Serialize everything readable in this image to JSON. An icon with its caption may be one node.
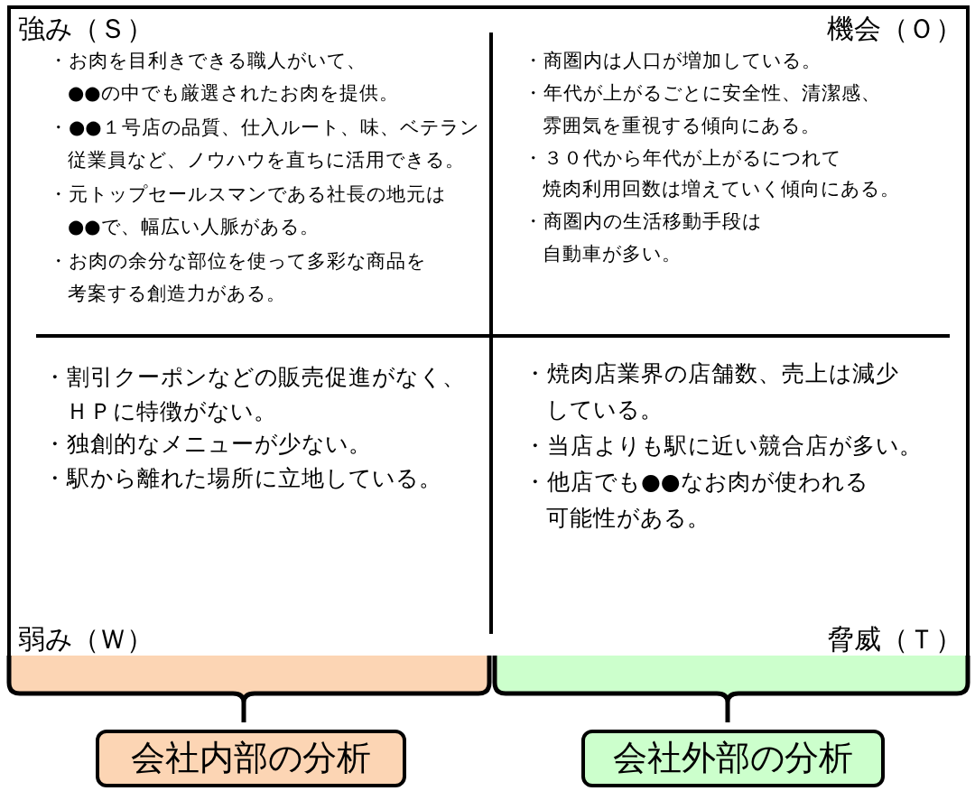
{
  "diagram": {
    "nodes": [
      {
        "text": [
          "強み（Ｓ）",
          "・お肉を目利きできる職人がいて、●●の中でも厳選されたお肉を提供。",
          "・●●１号店の品質、仕入ルート、味、ベテラン従業員など、ノウハウを直ちに活用できる。",
          "・元トップセールスマンである社長の地元は●●で、幅広い人脈がある。",
          "・お肉の余分な部位を使って多彩な商品を考案する創造力がある。"
        ]
      },
      {
        "text": [
          "機会（Ｏ）",
          "・商圏内は人口が増加している。",
          "・年代が上がるごとに安全性、清潔感、雰囲気を重視する傾向にある。",
          "・３０代から年代が上がるにつれて焼肉利用回数は増えていく傾向にある。",
          "・商圏内の生活移動手段は自動車が多い。"
        ]
      },
      {
        "text": [
          "・割引クーポンなどの販売促進がなく、ＨＰに特徴がない。",
          "・独創的なメニューが少ない。",
          "・駅から離れた場所に立地している。",
          "弱み（Ｗ）"
        ]
      },
      {
        "text": [
          "・焼肉店業界の店舗数、売上は減少している。",
          "・当店よりも駅に近い競合店が多い。",
          "・他店でも●●なお肉が使われる可能性がある。",
          "脅威（Ｔ）"
        ]
      },
      {
        "text": [
          "会社内部の分析"
        ]
      },
      {
        "text": [
          "会社外部の分析"
        ]
      }
    ]
  }
}
